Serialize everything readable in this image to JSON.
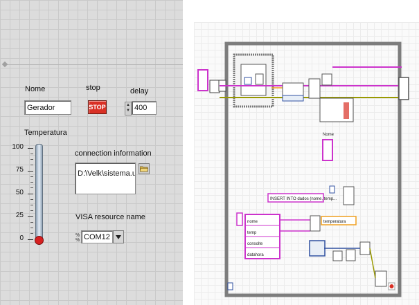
{
  "front_panel": {
    "nome": {
      "label": "Nome",
      "value": "Gerador"
    },
    "stop": {
      "label": "stop",
      "button_text": "STOP"
    },
    "delay": {
      "label": "delay",
      "value": "400"
    },
    "temperatura": {
      "label": "Temperatura",
      "scale": [
        "100",
        "75",
        "50",
        "25",
        "0"
      ]
    },
    "connection": {
      "label": "connection information",
      "value": "D:\\Velk\\sistema.udl"
    },
    "visa": {
      "label": "VISA resource name",
      "value": "COM12"
    }
  },
  "block_diagram": {
    "nome_indicator": "Nome",
    "sql_string": "INSERT INTO dados (nome, temp...",
    "cluster_fields": [
      "nome",
      "temp",
      "consolte",
      "datahora"
    ],
    "temperature_label": "temperatura"
  },
  "colors": {
    "stop_red": "#d93025",
    "string_wire": "#cc33cc",
    "numeric_wire": "#f0a020",
    "structure_gray": "#7d7d7d"
  }
}
